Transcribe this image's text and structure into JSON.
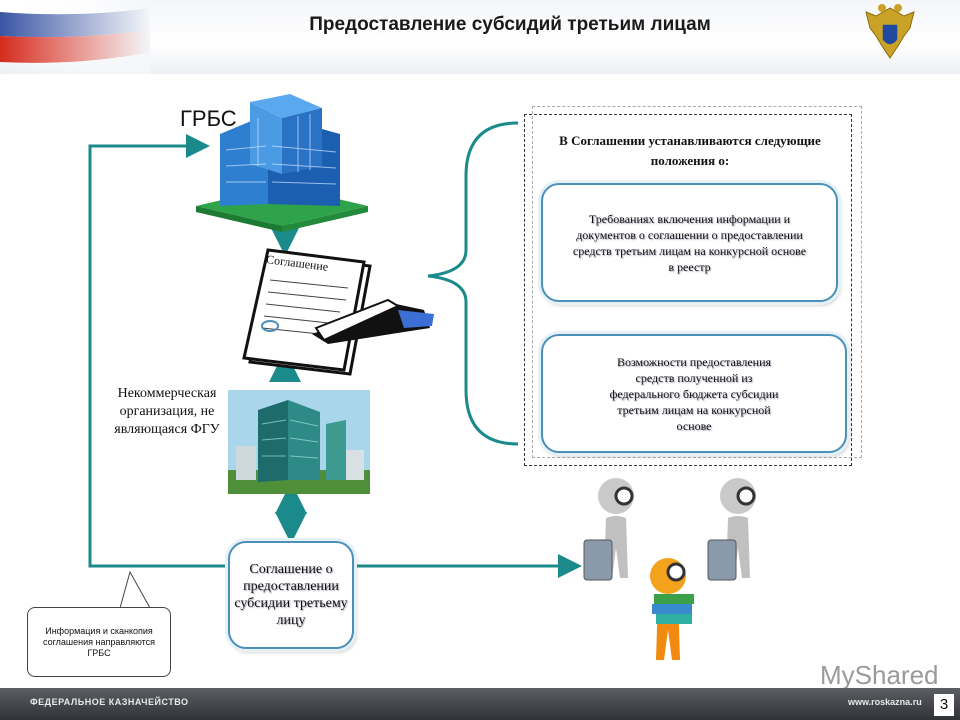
{
  "header": {
    "title": "Предоставление субсидий третьим лицам"
  },
  "labels": {
    "grbs": "ГРБС",
    "nko": "Некоммерческая организация, не являющаяся ФГУ",
    "document_tab": "Соглашение"
  },
  "agreement": {
    "text": "Соглашение о предоставлении субсидии третьему лицу"
  },
  "provisions": {
    "title": "В Соглашении устанавливаются следующие положения о:",
    "requirements": "Требованиях включения информации и документов о соглашении о предоставлении средств третьим лицам на конкурсной основе в реестр",
    "possibilities": "Возможности предоставления средств полученной из федерального бюджета субсидии третьим лицам на конкурсной основе"
  },
  "callout": {
    "text": "Информация и сканкопия соглашения направляются ГРБС"
  },
  "footer": {
    "org": "ФЕДЕРАЛЬНОЕ КАЗНАЧЕЙСТВО",
    "url": "www.roskazna.ru",
    "page": "3"
  },
  "watermark": "MyShared",
  "colors": {
    "arrow": "#1b8a8a",
    "bubble_border": "#4a90b8",
    "flag_white": "#ffffff",
    "flag_blue": "#3a55a4",
    "flag_red": "#d52b1e"
  }
}
